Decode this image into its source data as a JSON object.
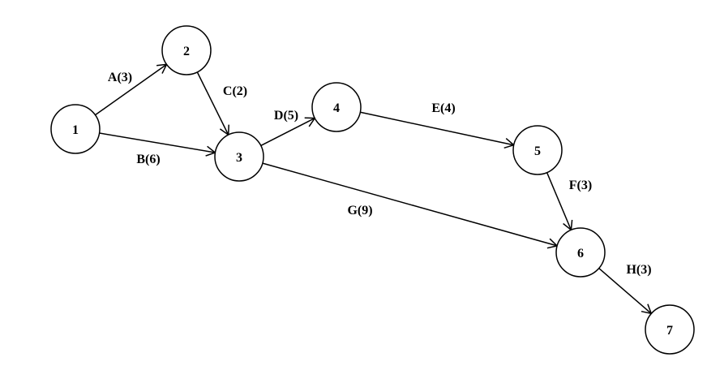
{
  "nodes": [
    {
      "id": "1",
      "label": "1"
    },
    {
      "id": "2",
      "label": "2"
    },
    {
      "id": "3",
      "label": "3"
    },
    {
      "id": "4",
      "label": "4"
    },
    {
      "id": "5",
      "label": "5"
    },
    {
      "id": "6",
      "label": "6"
    },
    {
      "id": "7",
      "label": "7"
    }
  ],
  "edges": [
    {
      "from": "1",
      "to": "2",
      "label": "A(3)"
    },
    {
      "from": "1",
      "to": "3",
      "label": "B(6)"
    },
    {
      "from": "2",
      "to": "3",
      "label": "C(2)"
    },
    {
      "from": "3",
      "to": "4",
      "label": "D(5)"
    },
    {
      "from": "4",
      "to": "5",
      "label": "E(4)"
    },
    {
      "from": "5",
      "to": "6",
      "label": "F(3)"
    },
    {
      "from": "3",
      "to": "6",
      "label": "G(9)"
    },
    {
      "from": "6",
      "to": "7",
      "label": "H(3)"
    }
  ]
}
